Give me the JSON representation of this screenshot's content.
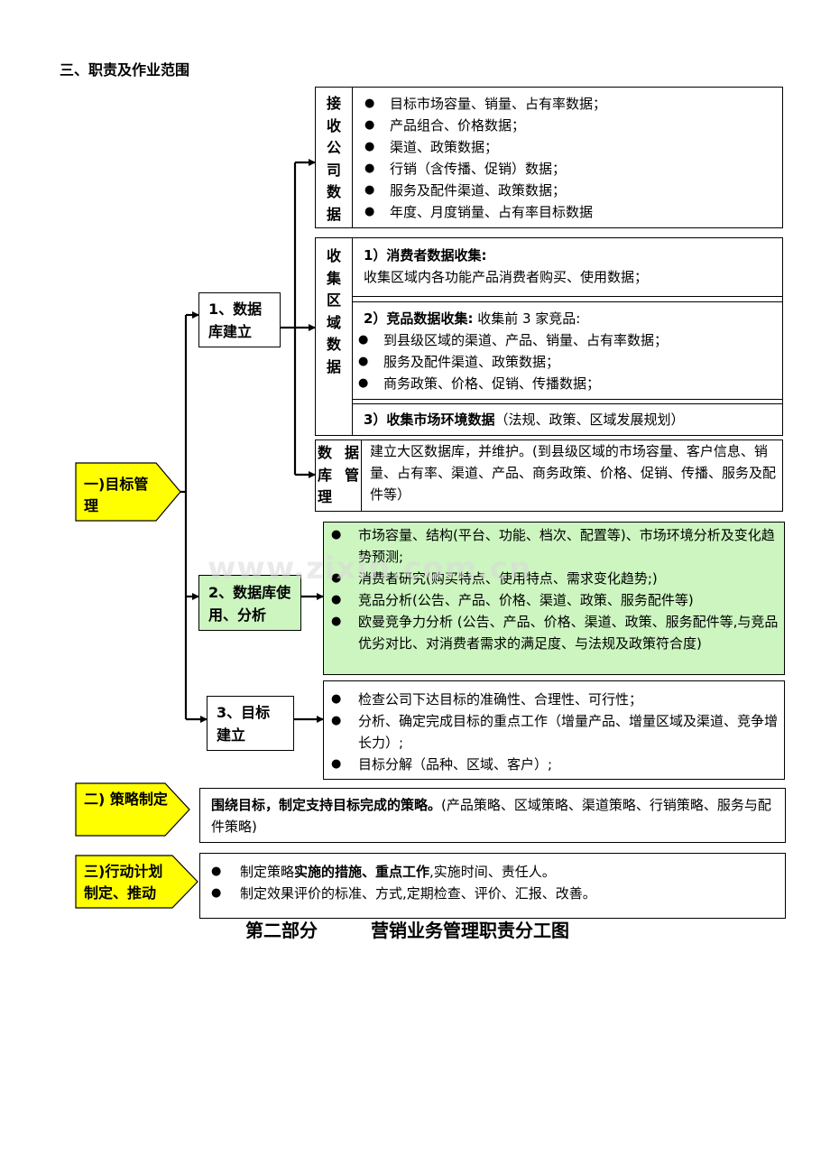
{
  "section_title": "三、职责及作业范围",
  "level1": {
    "goal_mgmt": "一)目标管理",
    "strategy": "二) 策略制定",
    "action": "三)行动计划制定、推动"
  },
  "level2": {
    "db_build": "1、数据库建立",
    "db_use": "2、数据库使用、分析",
    "goal_set": "3、目标建立"
  },
  "receive": {
    "label": "接收公司数据",
    "items": [
      "目标市场容量、销量、占有率数据；",
      "产品组合、价格数据；",
      "渠道、政策数据；",
      "行销（含传播、促销）数据；",
      "服务及配件渠道、政策数据；",
      "年度、月度销量、占有率目标数据"
    ]
  },
  "collect": {
    "label": "收集区域数据",
    "consumer": {
      "title": "1）消费者数据收集:",
      "text": "收集区域内各功能产品消费者购买、使用数据；"
    },
    "competitor": {
      "title": "2）竞品数据收集:",
      "title_rest": " 收集前 3 家竞品:",
      "items": [
        "到县级区域的渠道、产品、销量、占有率数据；",
        "服务及配件渠道、政策数据；",
        "商务政策、价格、促销、传播数据；"
      ]
    },
    "market": {
      "title": "3）收集市场环境数据",
      "rest": "（法规、政策、区域发展规划）"
    }
  },
  "dbmgmt": {
    "label": "数 据 库 管 理",
    "text": "建立大区数据库，并维护。(到县级区域的市场容量、客户信息、销量、占有率、渠道、产品、商务政策、价格、促销、传播、服务及配件等）"
  },
  "analysis": {
    "items": [
      "市场容量、结构(平台、功能、档次、配置等)、市场环境分析及变化趋势预测;",
      "消费者研究(购买特点、使用特点、需求变化趋势;)",
      "竞品分析(公告、产品、价格、渠道、政策、服务配件等)",
      "欧曼竞争力分析 (公告、产品、价格、渠道、政策、服务配件等,与竞品优劣对比、对消费者需求的满足度、与法规及政策符合度)"
    ]
  },
  "goals": {
    "items": [
      "检查公司下达目标的准确性、合理性、可行性；",
      "分析、确定完成目标的重点工作（增量产品、增量区域及渠道、竞争增长力）;",
      "目标分解（品种、区域、客户）;"
    ]
  },
  "strategy_box": {
    "bold": "围绕目标，制定支持目标完成的策略。",
    "rest": "(产品策略、区域策略、渠道策略、行销策略、服务与配件策略)"
  },
  "action_box": {
    "item1_pre": "制定策略",
    "item1_bold": "实施的措施、重点工作",
    "item1_post": ",实施时间、责任人。",
    "item2": "制定效果评价的标准、方式,定期检查、评价、汇报、改善。"
  },
  "part_title": {
    "left": "第二部分",
    "right": "营销业务管理职责分工图"
  },
  "watermark": "www.zixin.com.cn",
  "colors": {
    "pentagon_fill": "#ffff00",
    "analysis_fill": "#ccf5c0",
    "line": "#000000"
  }
}
